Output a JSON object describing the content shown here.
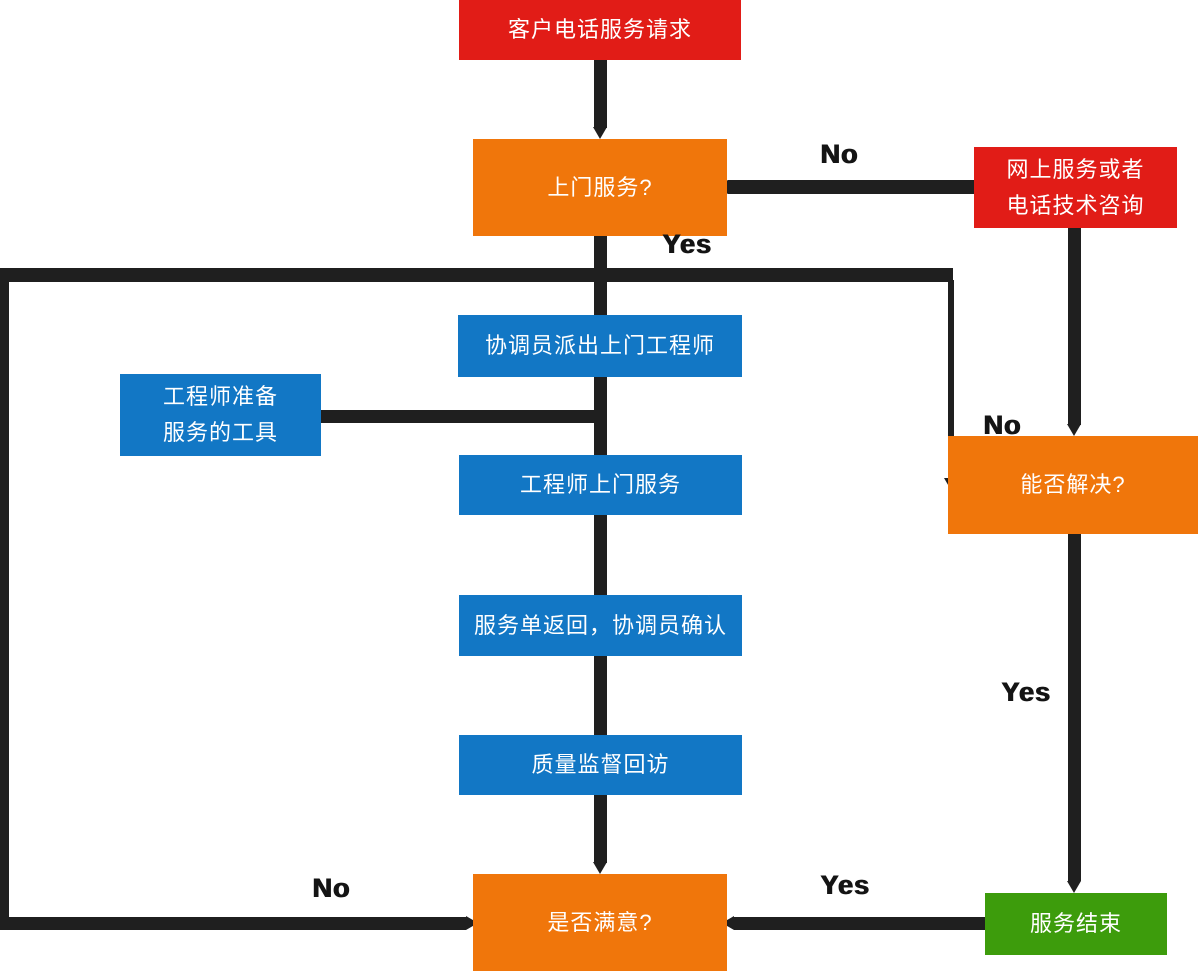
{
  "palette": {
    "red": "#e11c17",
    "orange": "#f0760b",
    "blue": "#1277c5",
    "green": "#3d9c0c",
    "line": "#1f1f1f"
  },
  "nodes": {
    "request": "客户电话服务请求",
    "onsite_q": "上门服务?",
    "online_l1": "网上服务或者",
    "online_l2": "电话技术咨询",
    "dispatch": "协调员派出上门工程师",
    "tools_l1": "工程师准备",
    "tools_l2": "服务的工具",
    "visit": "工程师上门服务",
    "confirm": "服务单返回，协调员确认",
    "quality": "质量监督回访",
    "satisfied_q": "是否满意?",
    "solve_q": "能否解决?",
    "end": "服务结束"
  },
  "labels": {
    "onsite_no": "No",
    "onsite_yes": "Yes",
    "solve_no": "No",
    "solve_yes": "Yes",
    "satisfied_no": "No",
    "satisfied_yes": "Yes"
  }
}
